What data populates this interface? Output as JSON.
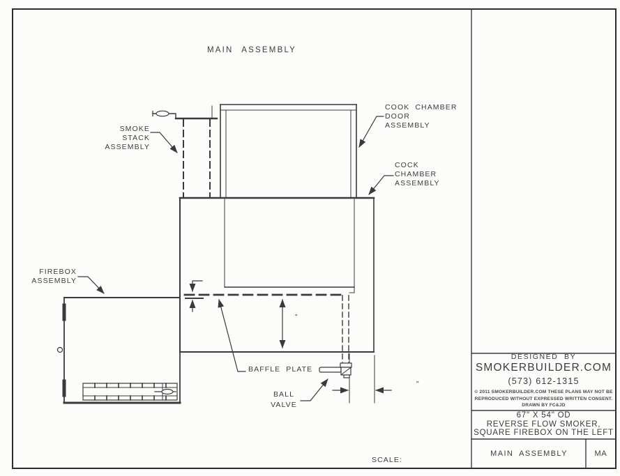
{
  "drawing": {
    "title": "MAIN ASSEMBLY",
    "labels": {
      "smoke_stack": "SMOKE STACK\nASSEMBLY",
      "cook_chamber_door": "COOK CHAMBER\nDOOR\nASSEMBLY",
      "cook_chamber": "COCK\nCHAMBER\nASSEMBLY",
      "firebox": "FIREBOX\nASSEMBLY",
      "baffle_plate": "BAFFLE PLATE",
      "ball_valve": "BALL\nVALVE",
      "scale": "SCALE:",
      "dim_inch_vertical": "\"",
      "dim_inch_horizontal": "\""
    }
  },
  "title_block": {
    "designed_by": "DESIGNED BY",
    "company": "SMOKERBUILDER.COM",
    "phone": "(573) 612-1315",
    "copyright_line1": "©  2011 SMOKERBUILDER.COM THESE PLANS MAY NOT BE",
    "copyright_line2": "REPRODUCED WITHOUT EXPRESSED WRITTEN CONSENT.",
    "copyright_line3": "DRAWN BY FC&JD",
    "model_line1": "67\" X 54\" OD",
    "model_line2": "REVERSE FLOW SMOKER,",
    "model_line3": "SQUARE FIREBOX ON THE LEFT",
    "sheet_title": "MAIN ASSEMBLY",
    "sheet_code": "MA"
  },
  "colors": {
    "line": "#3a3a3a",
    "text": "#3c3c3c",
    "paper": "#fcfcfa"
  }
}
